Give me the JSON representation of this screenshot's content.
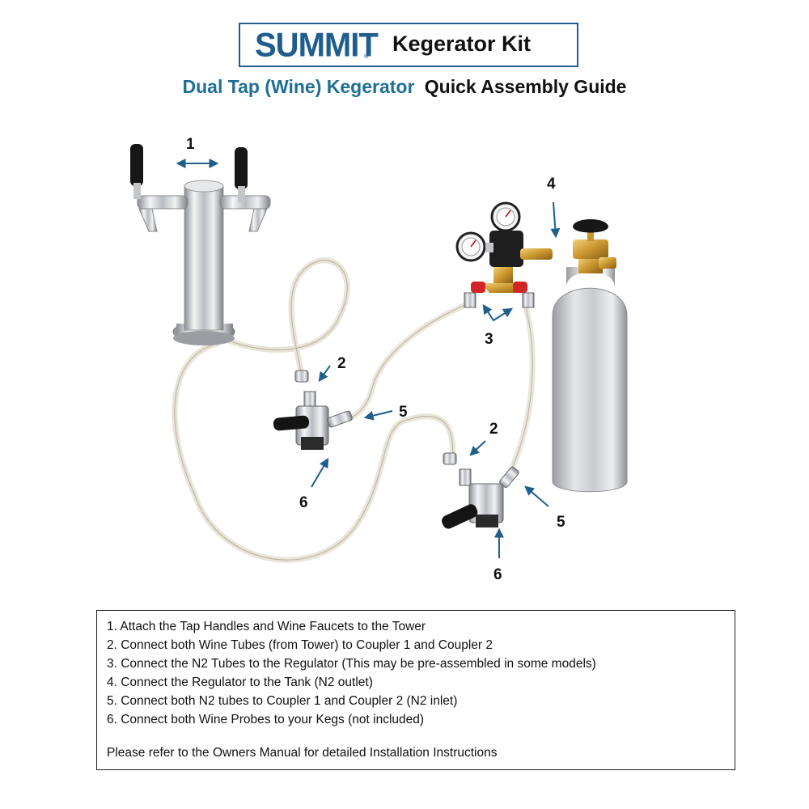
{
  "header": {
    "brand": "SUMMIT",
    "trademark": "®",
    "title": "Kegerator Kit"
  },
  "subtitle": {
    "accent": "Dual Tap (Wine) Kegerator",
    "rest": "Quick Assembly Guide"
  },
  "callouts": {
    "c1": "1",
    "c2a": "2",
    "c2b": "2",
    "c3": "3",
    "c4": "4",
    "c5a": "5",
    "c5b": "5",
    "c6a": "6",
    "c6b": "6"
  },
  "steps": [
    "1. Attach the Tap Handles and Wine Faucets to the Tower",
    "2.  Connect both Wine Tubes (from Tower) to Coupler 1 and Coupler 2",
    "3. Connect the N2 Tubes to the Regulator (This may be pre-assembled in some models)",
    "4. Connect the Regulator to the Tank (N2 outlet)",
    "5. Connect both N2  tubes to Coupler 1 and Coupler 2 (N2 inlet)",
    "6. Connect both Wine Probes to your Kegs (not included)"
  ],
  "note": "Please refer to the Owners Manual for detailed Installation Instructions",
  "colors": {
    "brand_blue": "#1f5d8e",
    "accent_blue": "#1f6f95",
    "arrow_blue": "#1f5f8a"
  }
}
